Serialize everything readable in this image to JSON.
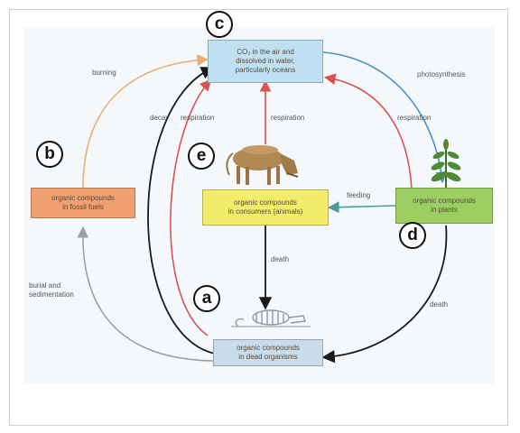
{
  "markers": {
    "a": "a",
    "b": "b",
    "c": "c",
    "d": "d",
    "e": "e"
  },
  "boxes": {
    "air": {
      "line1": "CO₂ in the air and",
      "line2": "dissolved in water,",
      "line3": "particularly oceans"
    },
    "fossil": {
      "line1": "organic compounds",
      "line2": "in fossil fuels"
    },
    "consumers": {
      "line1": "organic compounds",
      "line2": "in consumers (animals)"
    },
    "plants": {
      "line1": "organic compounds",
      "line2": "in plants"
    },
    "dead": {
      "line1": "organic compounds",
      "line2": "in dead organisms"
    }
  },
  "arrows": {
    "burning": "burning",
    "decay": "decay",
    "respiration_left": "respiration",
    "respiration_middle": "respiration",
    "respiration_right": "respiration",
    "photosynthesis": "photosynthesis",
    "feeding": "feeding",
    "death_middle": "death",
    "death_right": "death",
    "burial_line1": "burial and",
    "burial_line2": "sedimentation"
  },
  "colors": {
    "air_box": "#bfe0f2",
    "fossil_box": "#f0a070",
    "consumers_box": "#f3ec6a",
    "plants_box": "#9ccf62",
    "dead_box": "#c8dcea",
    "respiration_arrow": "#d9534f",
    "burning_arrow": "#e8b070",
    "photosynthesis_arrow": "#4a90c8",
    "feeding_arrow": "#4a9a9a",
    "black_arrow": "#1a1a1a",
    "burial_arrow": "#9aa0a8"
  }
}
